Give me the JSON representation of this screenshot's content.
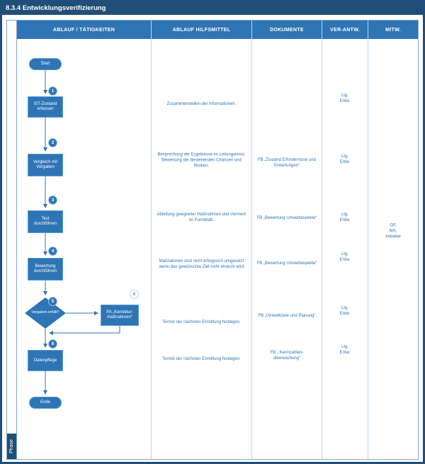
{
  "page": {
    "title": "8.3.4 Entwicklungsverifizierung",
    "phase_label": "Phase"
  },
  "columns": {
    "activities": "ABLAUF / TÄTIGKEITEN",
    "aids": "ABLAUF HILFSMITTEL",
    "documents": "DOKUMENTE",
    "responsible": "VER-ANTW.",
    "participants": "MITW."
  },
  "flow": {
    "start": "Start",
    "end": "Ende",
    "steps": [
      {
        "num": "1",
        "label": "IST-Zustand erfassen"
      },
      {
        "num": "2",
        "label": "Vergleich mit Vorgaben"
      },
      {
        "num": "3",
        "label": "Test durchführen"
      },
      {
        "num": "4",
        "label": "Bewertung durchführen"
      },
      {
        "num": "5",
        "label": "Vorgaben erfüllt?"
      },
      {
        "num": "6",
        "label": "Datenpflege"
      }
    ],
    "correction_box": {
      "num": "6",
      "label": "PA „Korrektur-maßnahmen“"
    }
  },
  "aids": [
    "Zusammenstellen der Informationen.",
    "Besprechung der Ergebnisse im Leitungskreis. Bewertung der bestehenden Chancen und Risiken.",
    "Ableitung geeigneter Maßnahmen und Vermerk im Formblatt.",
    "Maßnahmen sind nicht erfolgreich umgesetzt ,wenn das gewünschte Ziel nicht erreicht wird.",
    "Termin der nächsten Ermittlung festlegen.",
    "Termin der nächsten Ermittlung festlegen."
  ],
  "documents": [
    "FB „Zustand Erfordernisse und Erwartungen“",
    "FB „Bewertung Umweltaspekte“",
    "FB „Bewertung Umweltaspekte“",
    "FB „Umweltziele und Planung“",
    "FB „ Kennzahlen-\nüberwachung“"
  ],
  "responsible": "Ltg.\nEntw.",
  "participants": "GF,\nMA,\nAnbieter",
  "colors": {
    "title_bar": "#1F4E79",
    "header": "#2E75B6",
    "shape_fill": "#2E75B6",
    "text_blue": "#2E75B6",
    "grid_line": "#BDD7EE"
  }
}
